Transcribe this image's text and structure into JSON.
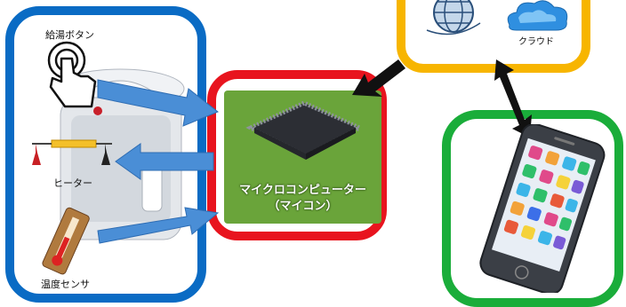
{
  "labels": {
    "hot_water_button": "給湯ボタン",
    "heater": "ヒーター",
    "temp_sensor": "温度センサ",
    "microcomputer_line1": "マイクロコンピューター",
    "microcomputer_line2": "（マイコン）",
    "cloud": "クラウド"
  },
  "colors": {
    "device_frame": "#0a6bc4",
    "mcu_frame": "#e8141e",
    "cloud_frame": "#f7b500",
    "phone_frame": "#1aad3a",
    "mcu_panel": "#6aa43a",
    "signal_arrow": "#4a8ed6",
    "comm_arrow": "#111111"
  },
  "icons": [
    "finger-press-icon",
    "electric-pot-icon",
    "heater-element-icon",
    "thermometer-icon",
    "microchip-icon",
    "globe-network-icon",
    "cloud-icon",
    "smartphone-icon"
  ]
}
